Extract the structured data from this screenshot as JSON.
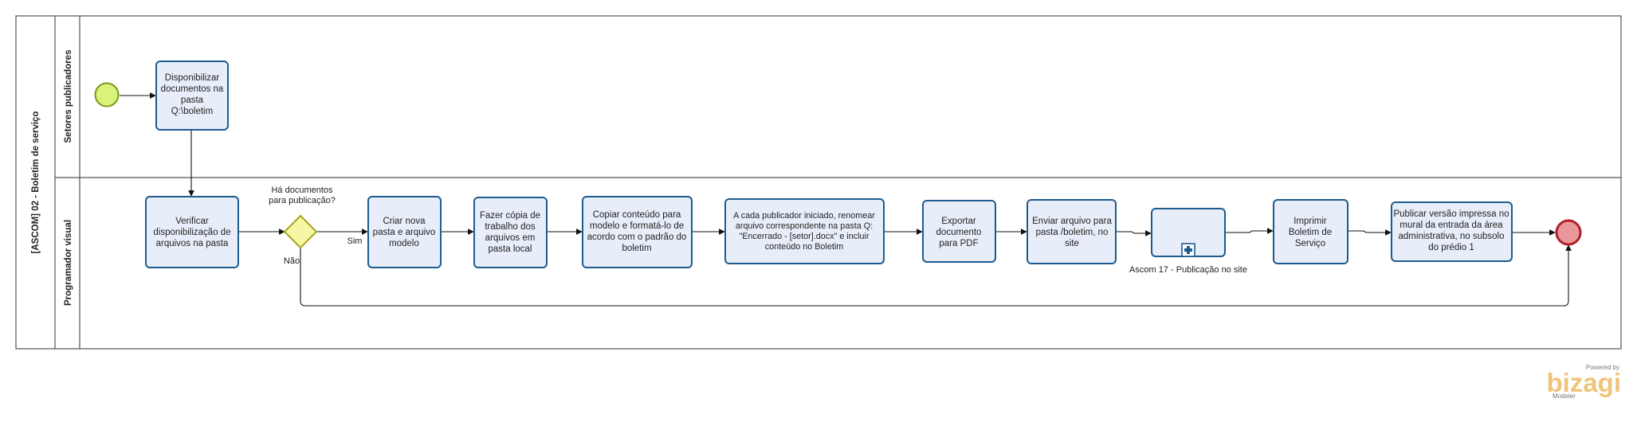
{
  "pool": {
    "label": "[ASCOM] 02 - Boletim de serviço"
  },
  "lanes": [
    {
      "id": "setores",
      "label": "Setores publicadores"
    },
    {
      "id": "programador",
      "label": "Programador visual"
    }
  ],
  "tasks": [
    {
      "id": "t1",
      "lines": [
        "Disponibilizar",
        "documentos na",
        "pasta",
        "Q:\\boletim"
      ]
    },
    {
      "id": "t2",
      "lines": [
        "Verificar",
        "disponibilização de",
        "arquivos na pasta"
      ]
    },
    {
      "id": "t3",
      "lines": [
        "Criar nova",
        "pasta e arquivo",
        "modelo"
      ]
    },
    {
      "id": "t4",
      "lines": [
        "Fazer cópia de",
        "trabalho dos",
        "arquivos em",
        "pasta local"
      ]
    },
    {
      "id": "t5",
      "lines": [
        "Copiar conteúdo para",
        "modelo e formatá-lo de",
        "acordo com o padrão do",
        "boletim"
      ]
    },
    {
      "id": "t6",
      "lines": [
        "A cada publicador iniciado, renomear",
        "arquivo correspondente na pasta Q:",
        "\"Encerrado - [setor].docx\" e incluir",
        "conteúdo no Boletim"
      ]
    },
    {
      "id": "t7",
      "lines": [
        "Exportar",
        "documento",
        "para PDF"
      ]
    },
    {
      "id": "t8",
      "lines": [
        "Enviar arquivo para",
        "pasta /boletim, no",
        "site"
      ]
    },
    {
      "id": "t9",
      "lines": [
        "Imprimir",
        "Boletim de",
        "Serviço"
      ]
    },
    {
      "id": "t10",
      "lines": [
        "Publicar versão impressa no",
        "mural da entrada da área",
        "administrativa, no subsolo",
        "do prédio 1"
      ]
    }
  ],
  "subprocess": {
    "label": "Ascom 17 - Publicação no site"
  },
  "gateway": {
    "lines": [
      "Há documentos",
      "para publicação?"
    ],
    "yes_label": "Sim",
    "no_label": "Não"
  },
  "branding": {
    "powered": "Powered by",
    "name": "bizagi",
    "edition": "Modeler"
  },
  "colors": {
    "task_fill": "#e8eef9",
    "task_stroke": "#1d5b8f",
    "start_fill": "#d8f27a",
    "start_stroke": "#7c9a1e",
    "end_fill": "#e8979b",
    "end_stroke": "#b0202a",
    "gateway_fill": "#f6f7a4",
    "gateway_stroke": "#a8a11c"
  }
}
